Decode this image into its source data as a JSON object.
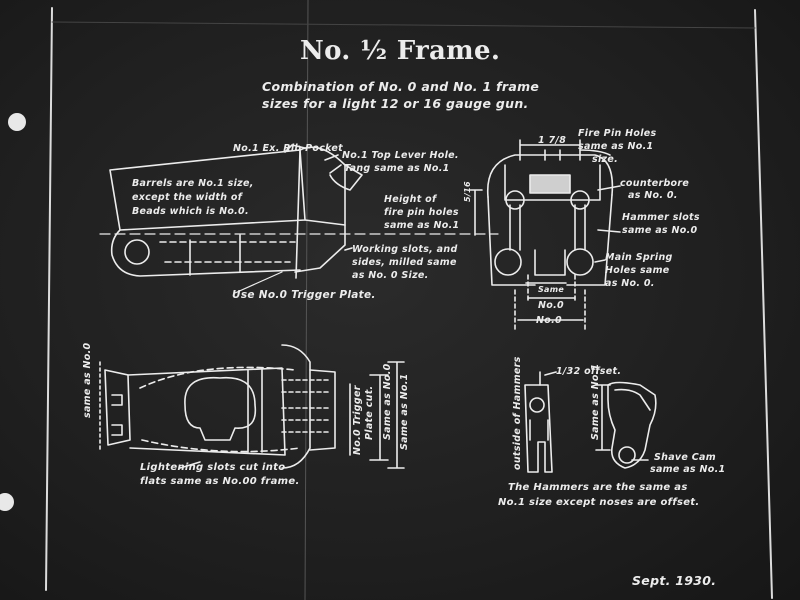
{
  "title": "No. ½ Frame.",
  "subtitle_line1": "Combination of No. 0 and No. 1 frame",
  "subtitle_line2": "sizes for a light 12 or 16 gauge gun.",
  "side_view": {
    "rib_pocket": "No.1 Ex. Rib Pocket",
    "barrels_note": [
      "Barrels are No.1 size,",
      "except the width of",
      "Beads which is No.0."
    ],
    "top_lever_hole": "No.1 Top Lever Hole.",
    "tang": "Tang same as No.1",
    "fire_pin_height": [
      "Height of",
      "fire pin holes",
      "same as No.1"
    ],
    "working_slots": [
      "Working slots, and",
      "sides, milled same",
      "as No. 0 Size."
    ],
    "trigger_plate": "Use No.0 Trigger Plate."
  },
  "end_view": {
    "top_dim": "1 7/8",
    "fire_pin_holes": [
      "Fire Pin Holes",
      "same as No.1",
      "size."
    ],
    "counterbore": [
      "counterbore",
      "as No. 0."
    ],
    "height_dim": "5/16",
    "hammer_slots": [
      "Hammer slots",
      "same as No.0"
    ],
    "main_spring": [
      "Main Spring",
      "Holes same",
      "as No. 0."
    ],
    "dim_same": "Same",
    "dim_no0_a": "No.0",
    "dim_no0_b": "No.0"
  },
  "bottom_view": {
    "same_as_no0": "same as No.0",
    "trigger_plate_cut": [
      "No.0 Trigger",
      "Plate cut."
    ],
    "same_no0": "Same as No.0",
    "same_no1": "Same as No.1",
    "lightening": [
      "Lightening slots cut into",
      "flats same as No.00 frame."
    ]
  },
  "hammer_view": {
    "offset": "1/32 offset.",
    "outside": "outside of Hammers",
    "same_no1": "Same as No.1",
    "shave_cam": [
      "Shave Cam",
      "same as No.1"
    ],
    "hammers_note": [
      "The Hammers are the same as",
      "No.1 size except noses are offset."
    ]
  },
  "date": "Sept. 1930."
}
